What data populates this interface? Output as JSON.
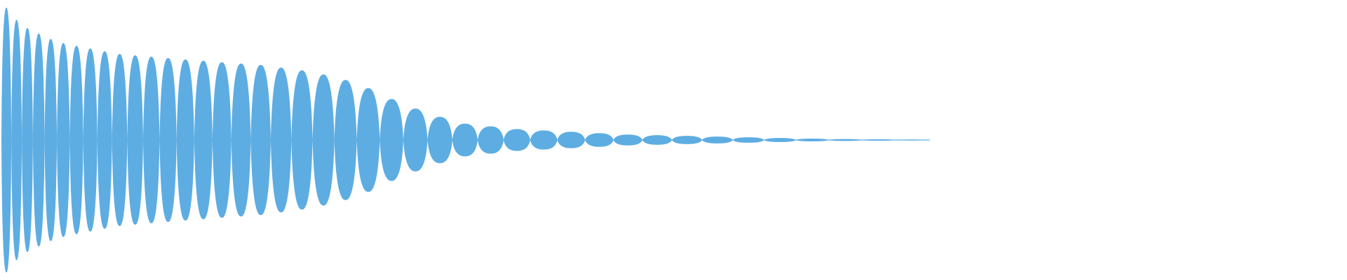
{
  "waveform": {
    "color": "#5DADE2",
    "background": "#ffffff"
  },
  "chart_data": {
    "type": "area",
    "title": "",
    "xlabel": "",
    "ylabel": "",
    "grid": false,
    "legend": "none",
    "ylim": [
      -1,
      1
    ],
    "description_of_shape": "",
    "series": [
      {
        "values_envelope_top": [
          0.97,
          0.88,
          0.82,
          0.78,
          0.74,
          0.71,
          0.69,
          0.67,
          0.65,
          0.63,
          0.62,
          0.61,
          0.6,
          0.59,
          0.58,
          0.57,
          0.56,
          0.55,
          0.53,
          0.51,
          0.48,
          0.44,
          0.38,
          0.3,
          0.23,
          0.17,
          0.12,
          0.1,
          0.08,
          0.07,
          0.06,
          0.05,
          0.04,
          0.035,
          0.03,
          0.025,
          0.02,
          0.015,
          0.01,
          0.007,
          0.005,
          0.003
        ]
      }
    ]
  }
}
